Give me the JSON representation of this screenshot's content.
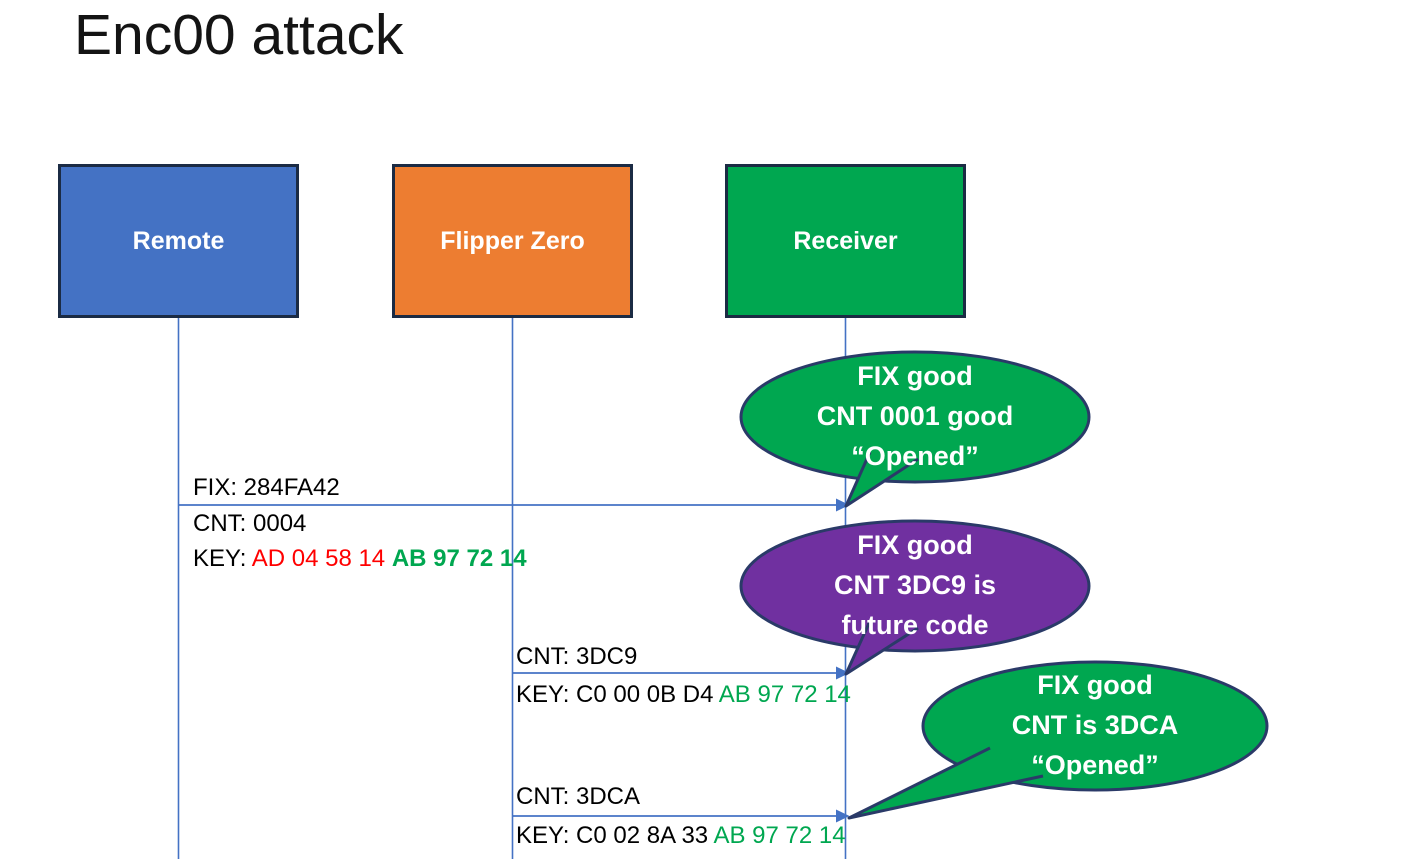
{
  "title": "Enc00 attack",
  "actors": [
    {
      "label": "Remote",
      "color": "#4472C4"
    },
    {
      "label": "Flipper Zero",
      "color": "#ED7D31"
    },
    {
      "label": "Receiver",
      "color": "#00A750"
    }
  ],
  "messages": {
    "m1": {
      "fix": "FIX: 284FA42",
      "cnt": "CNT: 0004",
      "key_label": "KEY: ",
      "key_rolling": "AD 04 58 14 ",
      "key_fixed": "AB 97 72 14"
    },
    "m2": {
      "cnt": "CNT: 3DC9",
      "key_head": "KEY: C0 00 0B D4 ",
      "key_fixed": "AB 97 72 14"
    },
    "m3": {
      "cnt": "CNT: 3DCA",
      "key_head": "KEY: C0 02 8A 33 ",
      "key_fixed": "AB 97 72 14"
    }
  },
  "bubbles": {
    "b1": {
      "line1": "FIX good",
      "line2": "CNT 0001 good",
      "line3": "“Opened”",
      "color": "#00A750"
    },
    "b2": {
      "line1": "FIX good",
      "line2": "CNT 3DC9 is",
      "line3": "future code",
      "color": "#7030A0"
    },
    "b3": {
      "line1": "FIX good",
      "line2": "CNT is 3DCA",
      "line3": "“Opened”",
      "color": "#00A750"
    }
  },
  "colors": {
    "key_red": "#FF0000",
    "key_green": "#00A750",
    "connector_blue": "#4472C4",
    "box_border": "#1B2B44",
    "bubble_border": "#2A3A68",
    "text_black": "#000000",
    "text_white": "#FFFFFF"
  }
}
